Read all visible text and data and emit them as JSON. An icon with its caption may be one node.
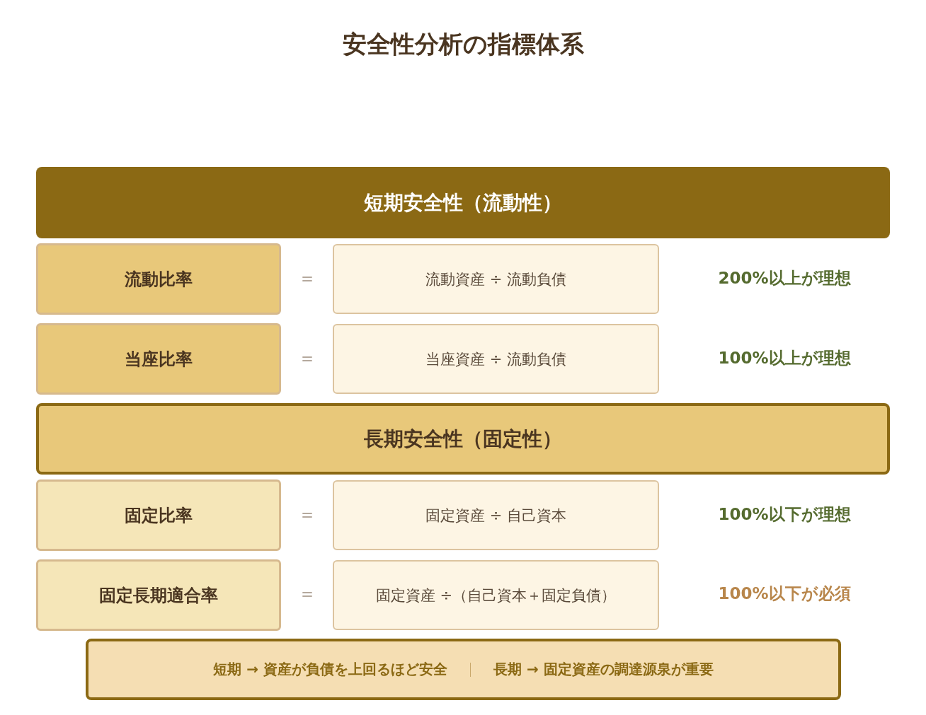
{
  "diagram": {
    "title": "安全性分析の指標体系",
    "nodes": [
      {
        "text": [
          "短期安全性（流動性）"
        ]
      },
      {
        "text": [
          "流動比率"
        ]
      },
      {
        "text": [
          "流動資産 ÷ 流動負債"
        ]
      },
      {
        "text": [
          "当座比率"
        ]
      },
      {
        "text": [
          "当座資産 ÷ 流動負債"
        ]
      },
      {
        "text": [
          "長期安全性（固定性）"
        ]
      },
      {
        "text": [
          "固定比率"
        ]
      },
      {
        "text": [
          "固定資産 ÷ 自己資本"
        ]
      },
      {
        "text": [
          "固定長期適合率"
        ]
      },
      {
        "text": [
          "固定資産 ÷（自己資本＋固定負債）"
        ]
      },
      {
        "text": [
          "短期 → 資産が負債を上回るほど安全",
          "長期 → 固定資産の調達源泉が重要"
        ]
      }
    ],
    "labels": [
      "＝",
      "200%以上が理想",
      "＝",
      "100%以上が理想",
      "＝",
      "100%以下が理想",
      "＝",
      "100%以下が必須"
    ]
  }
}
